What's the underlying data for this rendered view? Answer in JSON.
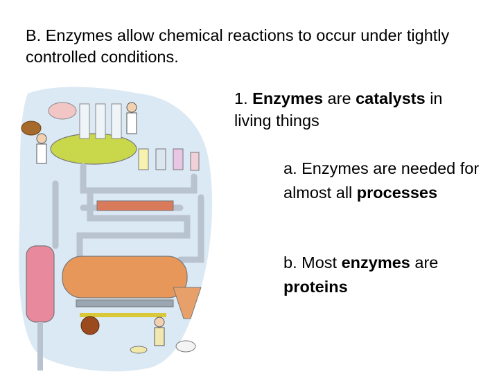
{
  "slide": {
    "heading": "B. Enzymes allow chemical reactions to occur under tightly controlled conditions.",
    "point1": {
      "num": "1. ",
      "bold1": "Enzymes",
      "text1": " are ",
      "bold2": "catalysts",
      "text2": " in living things"
    },
    "point_a": {
      "text1": "a. Enzymes are needed for almost all ",
      "bold1": "processes"
    },
    "point_b": {
      "text1": "b. Most ",
      "bold1": "enzymes",
      "text2": " are ",
      "bold2": "proteins"
    }
  },
  "illustration": {
    "description_icon": "digestion-machine-illustration",
    "colors": {
      "pipe": "#b9c3cf",
      "tank_green": "#c9d84a",
      "tank_orange": "#e8975a",
      "column_pink": "#e9899e",
      "backdrop": "#cfe2f1"
    }
  }
}
